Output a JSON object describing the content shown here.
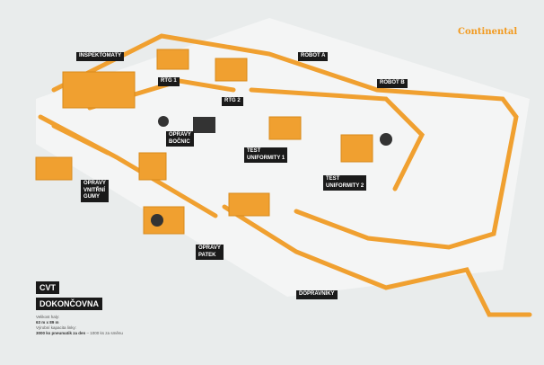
{
  "logo": "Continental",
  "title": {
    "line1": "CVT",
    "line2": "DOKONČOVNA"
  },
  "info": {
    "size_label": "Velikost haly:",
    "size_value": "63 m x 89 m",
    "capacity_label": "Výrobní kapacita linky:",
    "capacity_value": "3000 ks pneumatik za den",
    "capacity_note": "– 1000 ks za směnu"
  },
  "labels": {
    "inspektomaty": "INSPEKTOMATY",
    "rtg1": "RTG 1",
    "rtg2": "RTG 2",
    "robot_a": "ROBOT A",
    "robot_b": "ROBOT B",
    "opravy_bocnic": "OPRAVY\nBOČNIC",
    "test1": "TEST\nUNIFORMITY 1",
    "test2": "TEST\nUNIFORMITY 2",
    "opravy_gumy": "OPRAVY\nVNITŘNÍ\nGUMY",
    "opravy_patek": "OPRAVY\nPATEK",
    "dopravniky": "DOPRAVNÍKY"
  },
  "colors": {
    "conveyor": "#f0a030",
    "dark": "#d98a1c",
    "floor": "#f5f6f6"
  }
}
